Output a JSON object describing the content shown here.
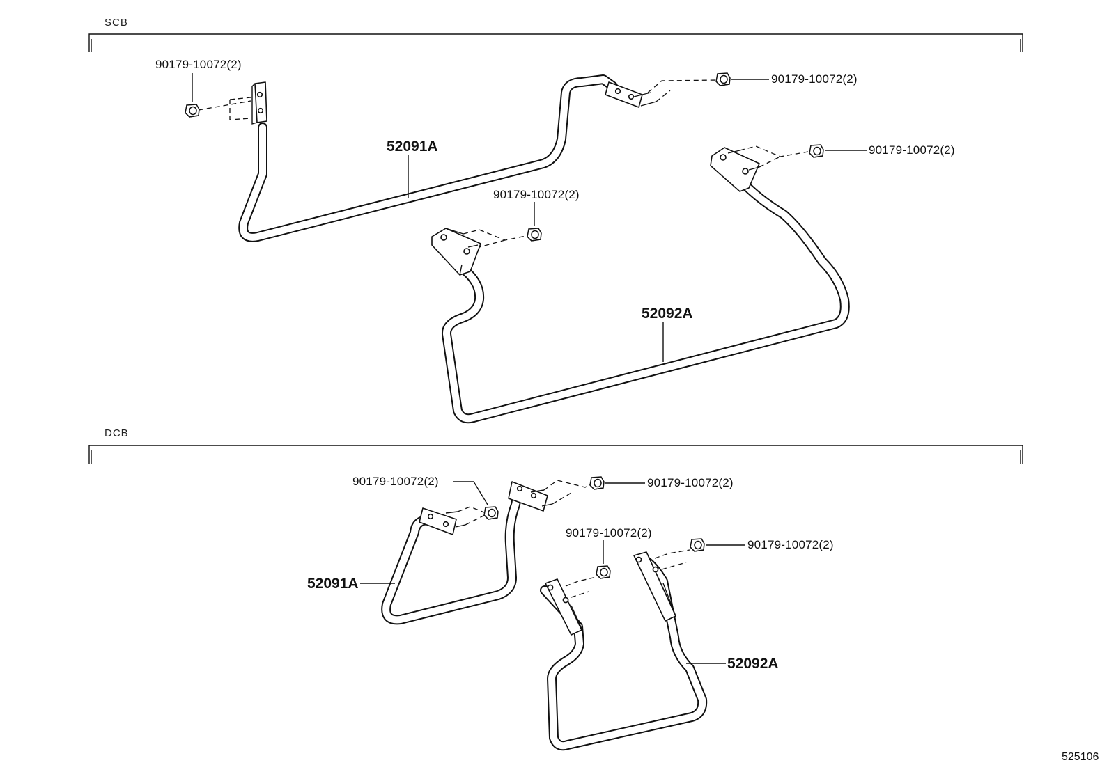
{
  "sections": [
    {
      "id": "scb",
      "title": "SCB",
      "parts": {
        "rod_front": "52091A",
        "rod_rear": "52092A",
        "nut_1": "90179-10072(2)",
        "nut_2": "90179-10072(2)",
        "nut_3": "90179-10072(2)",
        "nut_4": "90179-10072(2)"
      }
    },
    {
      "id": "dcb",
      "title": "DCB",
      "parts": {
        "rod_front": "52091A",
        "rod_rear": "52092A",
        "nut_1": "90179-10072(2)",
        "nut_2": "90179-10072(2)",
        "nut_3": "90179-10072(2)",
        "nut_4": "90179-10072(2)"
      }
    }
  ],
  "illustration_number": "525106",
  "colors": {
    "line": "#111111",
    "background": "#ffffff"
  },
  "icons": [
    "nut-icon",
    "bracket-icon",
    "bolt-icon",
    "support-rod-icon"
  ]
}
